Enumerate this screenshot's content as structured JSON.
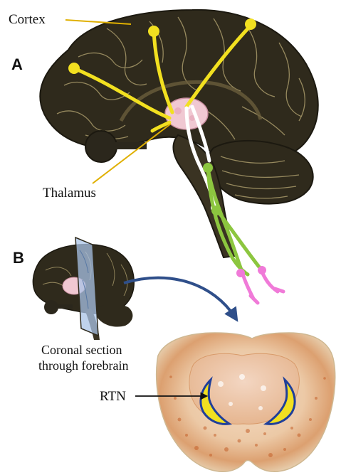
{
  "panels": {
    "a": {
      "letter": "A"
    },
    "b": {
      "letter": "B"
    }
  },
  "labels": {
    "cortex": "Cortex",
    "thalamus": "Thalamus",
    "coronal_line1": "Coronal section",
    "coronal_line2": "through forebrain",
    "rtn": "RTN"
  },
  "colors": {
    "brain_fill": "#2f2a1c",
    "brain_sulci": "#a89a6a",
    "cortical_pathway": "#f2e020",
    "thalamic_output": "#ffffff",
    "brainstem_pathway": "#8cc63f",
    "spinal_terminals": "#f07ad8",
    "thalamus_fill": "#f0c8d2",
    "leader_line": "#e0b000",
    "section_plane": "#a9c3e6",
    "arrow": "#2f4f8a",
    "section_tissue": "#d98a50",
    "rtn_outline": "#1f3f9a",
    "rtn_fill": "#f2e020"
  }
}
